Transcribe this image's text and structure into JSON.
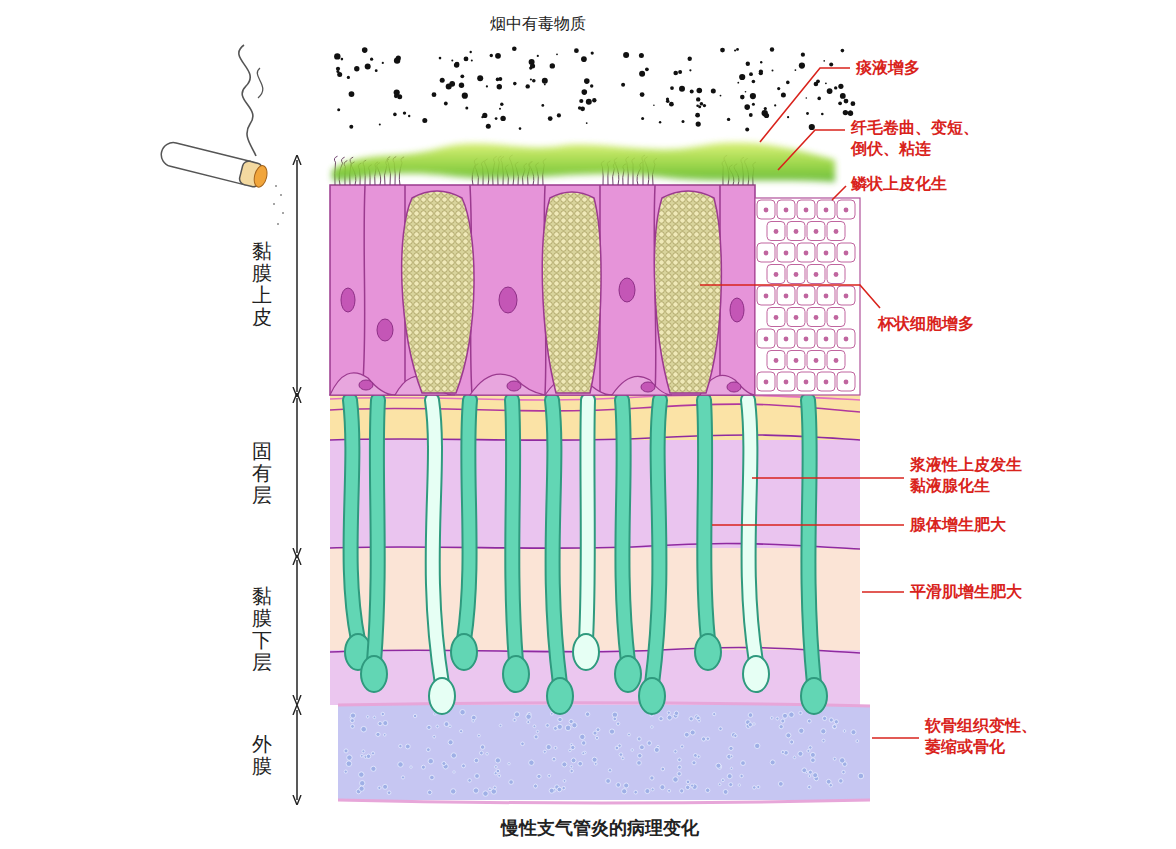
{
  "diagram": {
    "caption": "慢性支气管炎的病理变化",
    "labels": [
      "烟中有毒物质",
      "黏膜上皮",
      "固有层",
      "黏膜下层",
      "外膜",
      "痰液增多",
      "纤毛卷曲、变短、 倒伏、粘连",
      "鳞状上皮化生",
      "杯状细胞增多",
      "浆液性上皮发生 黏液腺化生",
      "腺体增生肥大",
      "平滑肌增生肥大",
      "软骨组织变性、 萎缩或骨化"
    ]
  }
}
